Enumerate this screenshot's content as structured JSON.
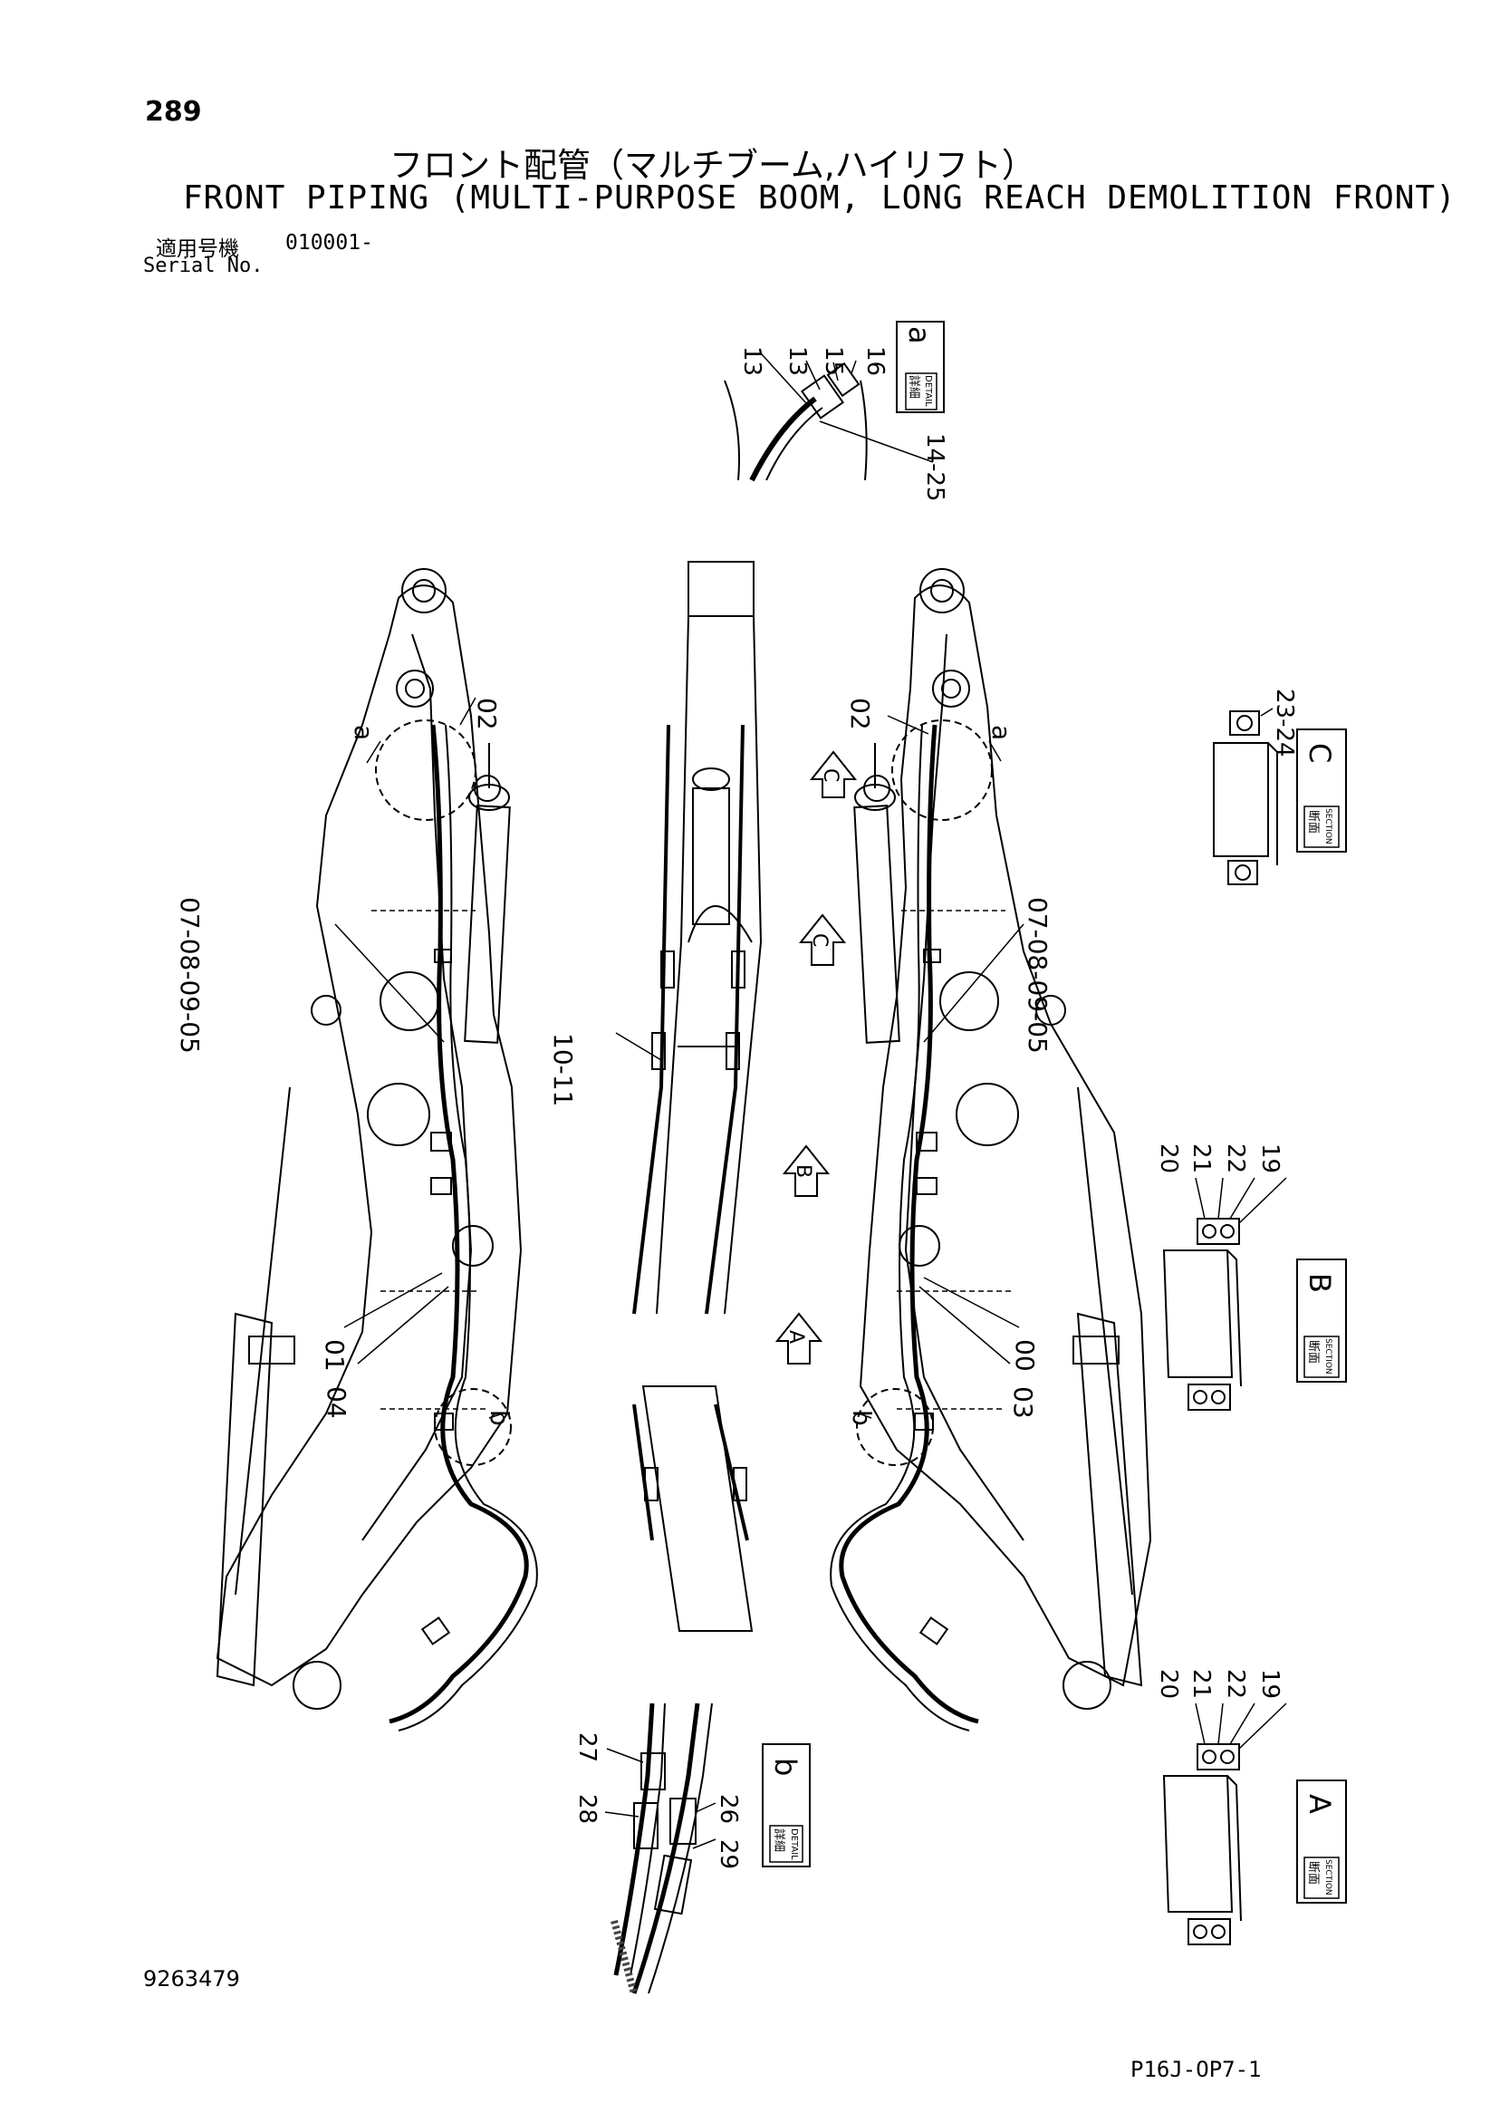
{
  "header": {
    "page_number": "289",
    "title_jp": "フロント配管（マルチブーム,ハイリフト）",
    "title_en": "FRONT PIPING (MULTI-PURPOSE BOOM, LONG REACH DEMOLITION FRONT)",
    "serial_label_jp": "適用号機",
    "serial_value": "010001-",
    "serial_label_en": "Serial No."
  },
  "footer": {
    "doc_number": "9263479",
    "page_code": "P16J-OP7-1"
  },
  "callouts": {
    "left_02": "02",
    "left_a": "a",
    "left_07_05": "07-08-09-05",
    "left_01": "01",
    "left_04": "04",
    "left_b": "b",
    "center_10_11": "10-11",
    "right_02": "02",
    "right_a": "a",
    "right_07_05": "07-08-09-05",
    "right_00": "00",
    "right_03": "03",
    "right_b": "b"
  },
  "detail_a": {
    "label_jp": "詳細",
    "label_en": "DETAIL",
    "letter": "a",
    "parts": [
      "13",
      "13",
      "15",
      "16",
      "14-25"
    ]
  },
  "detail_b": {
    "label_jp": "詳細",
    "label_en": "DETAIL",
    "letter": "b",
    "parts": [
      "27",
      "28",
      "26",
      "29"
    ]
  },
  "section_c": {
    "label_jp": "断面",
    "label_en": "SECTION",
    "letter": "C",
    "parts": [
      "23-24"
    ]
  },
  "section_b": {
    "label_jp": "断面",
    "label_en": "SECTION",
    "letter": "B",
    "parts": [
      "20",
      "21",
      "22",
      "19"
    ]
  },
  "section_a": {
    "label_jp": "断面",
    "label_en": "SECTION",
    "letter": "A",
    "parts": [
      "20",
      "21",
      "22",
      "19"
    ]
  },
  "view_arrows": [
    "C",
    "C",
    "B",
    "A"
  ]
}
